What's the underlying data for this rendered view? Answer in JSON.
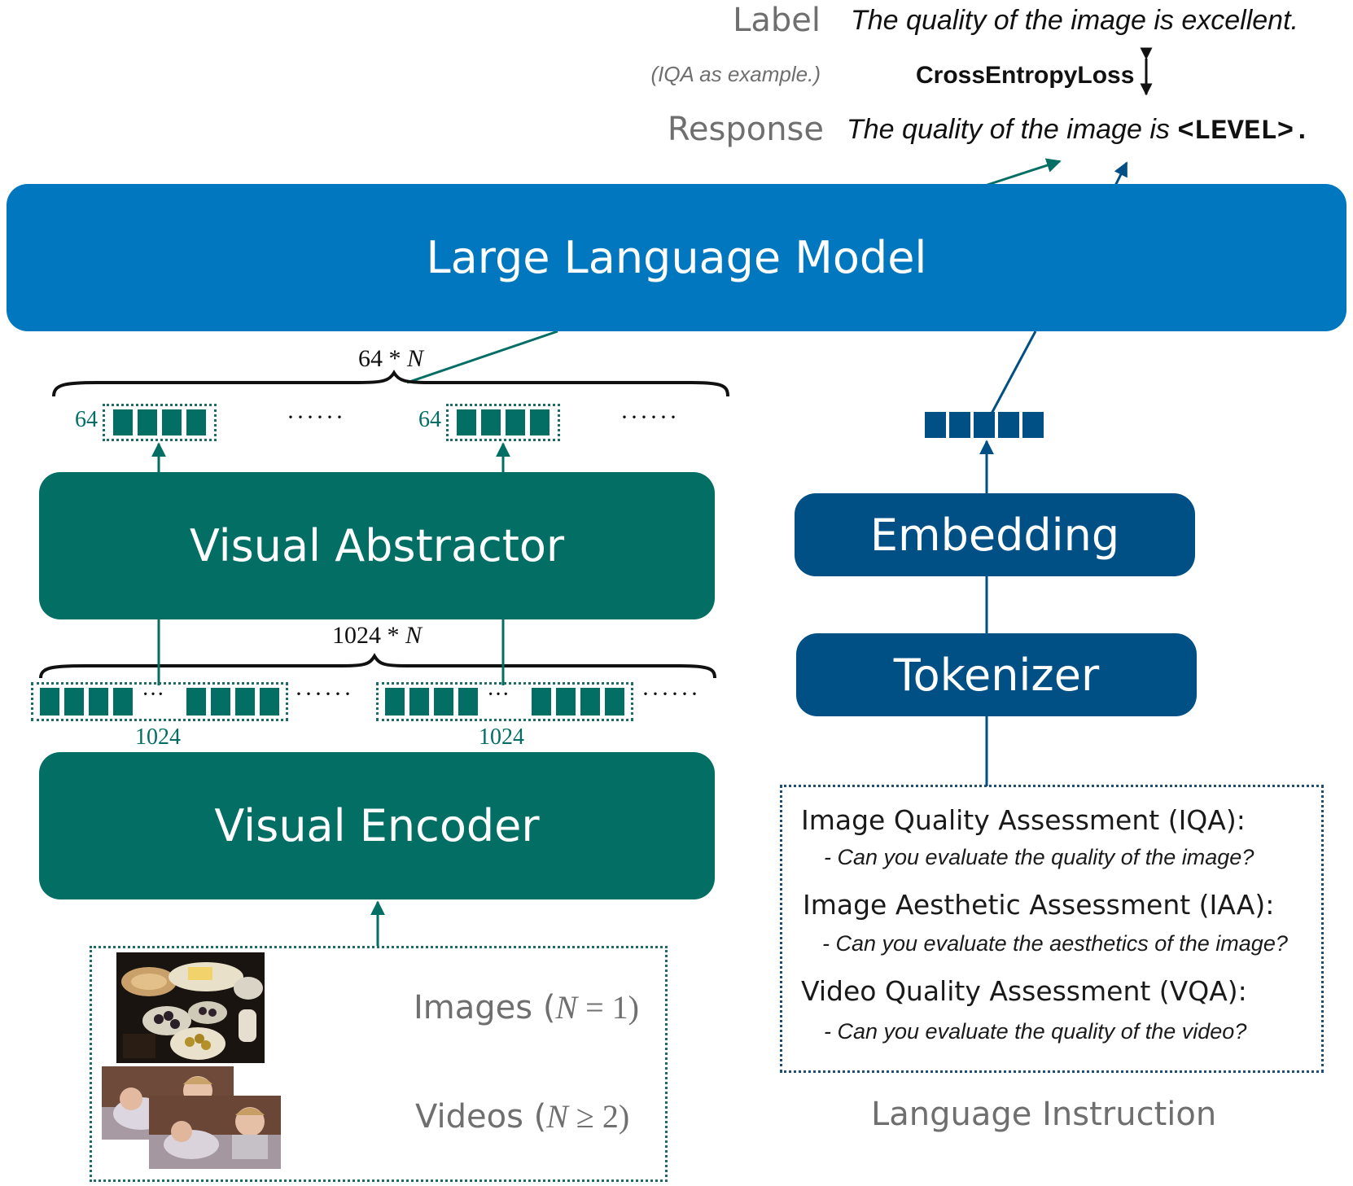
{
  "top": {
    "label_word": "Label",
    "label_sentence": "The quality of the image is excellent.",
    "note": "(IQA as example.)",
    "loss": "CrossEntropyLoss",
    "response_word": "Response",
    "response_sentence": "The quality of the image is ",
    "response_token": "<LEVEL>."
  },
  "llm": {
    "label": "Large Language Model"
  },
  "visual": {
    "abstractor_label": "Visual Abstractor",
    "encoder_label": "Visual Encoder",
    "abstract_brace_label_num": "64 * ",
    "abstract_brace_label_var": "N",
    "abstract_group_size": "64",
    "encoder_brace_label_num": "1024 * ",
    "encoder_brace_label_var": "N",
    "encoder_group_size": "1024",
    "ellipsis_long": "······",
    "ellipsis_short": "···"
  },
  "inputs": {
    "images_prefix": "Images (",
    "images_var": "N",
    "images_suffix": " = 1)",
    "videos_prefix": "Videos (",
    "videos_var": "N",
    "videos_suffix": " ≥ 2)"
  },
  "language": {
    "embedding_label": "Embedding",
    "tokenizer_label": "Tokenizer",
    "caption": "Language Instruction",
    "tasks": [
      {
        "title": "Image Quality Assessment (IQA):",
        "question": "- Can you evaluate the quality of the image?"
      },
      {
        "title": "Image Aesthetic Assessment (IAA):",
        "question": "- Can you evaluate the aesthetics of the image?"
      },
      {
        "title": "Video Quality Assessment (VQA):",
        "question": "- Can you evaluate the quality of the video?"
      }
    ]
  },
  "colors": {
    "llm_blue": "#0077bf",
    "teal": "#036e64",
    "navy": "#004f85",
    "text_gray": "#6f6f6f"
  }
}
